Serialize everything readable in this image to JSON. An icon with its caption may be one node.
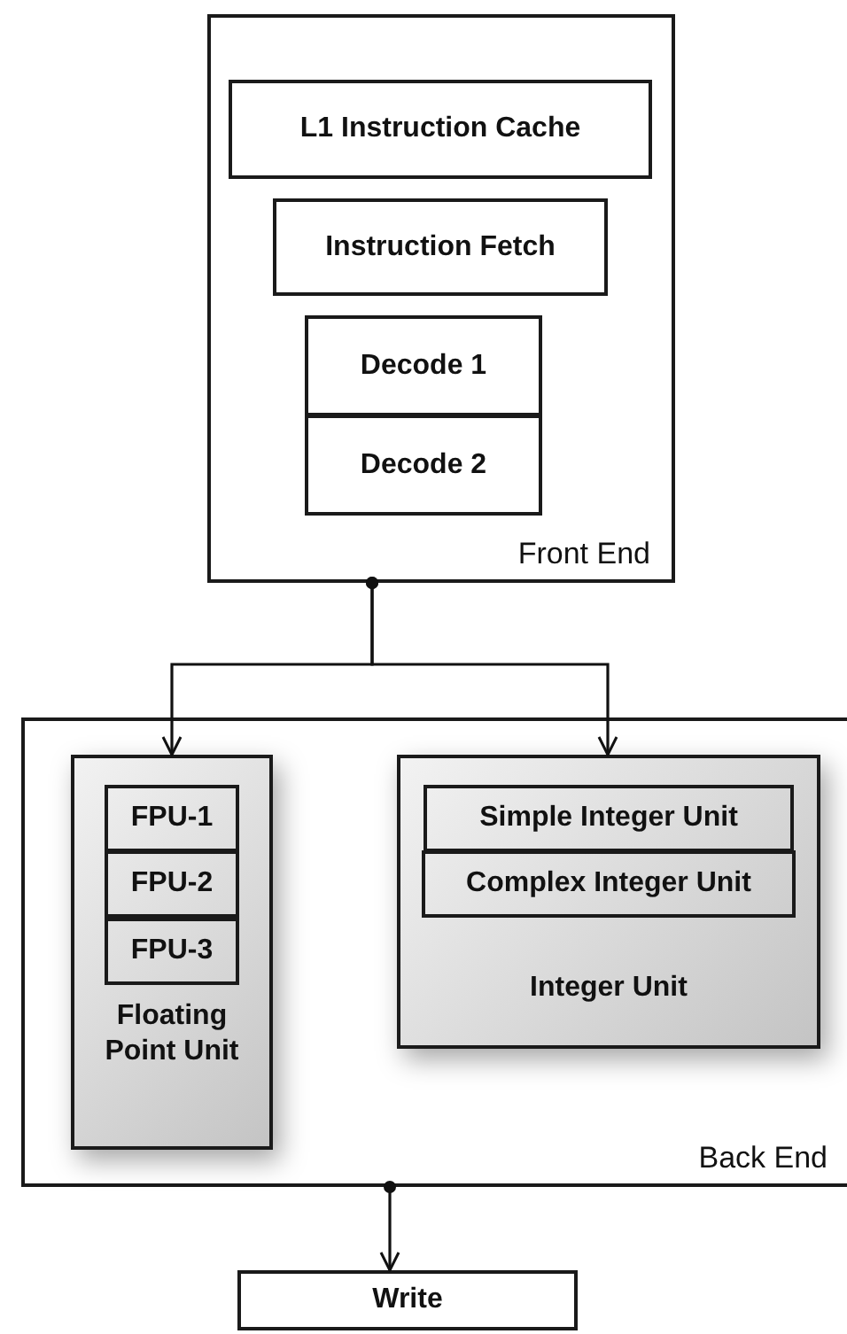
{
  "diagram": {
    "nodes": [
      {
        "text": [
          "Front End"
        ]
      },
      {
        "text": [
          "L1 Instruction Cache"
        ],
        "in": 0
      },
      {
        "text": [
          "Instruction Fetch"
        ],
        "in": 0
      },
      {
        "text": [
          "Decode 1"
        ],
        "in": 0
      },
      {
        "text": [
          "Decode 2"
        ],
        "in": 0
      },
      {
        "text": [
          "Back End"
        ]
      },
      {
        "text": [
          "Floating Point Unit"
        ],
        "in": 5
      },
      {
        "text": [
          "FPU-1"
        ],
        "in": 6
      },
      {
        "text": [
          "FPU-2"
        ],
        "in": 6
      },
      {
        "text": [
          "FPU-3"
        ],
        "in": 6
      },
      {
        "text": [
          "Integer Unit"
        ],
        "in": 5
      },
      {
        "text": [
          "Simple Integer Unit"
        ],
        "in": 10
      },
      {
        "text": [
          "Complex Integer Unit"
        ],
        "in": 10
      },
      {
        "text": [
          "Write"
        ]
      }
    ],
    "edges": [
      {
        "from": 0,
        "to": 6,
        "arrow": "to"
      },
      {
        "from": 0,
        "to": 10,
        "arrow": "to"
      },
      {
        "from": 5,
        "to": 13,
        "arrow": "to"
      }
    ]
  }
}
